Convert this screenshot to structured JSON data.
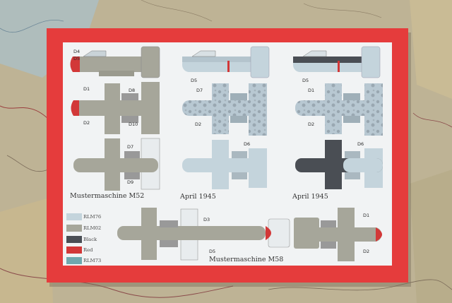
{
  "scene": "boxtop",
  "captions": [
    "Mustermaschine M52",
    "April 1945",
    "April 1945",
    "Mustermaschine M58"
  ],
  "legend": [
    {
      "name": "RLM76",
      "color": "#c4d4dc"
    },
    {
      "name": "RLM02",
      "color": "#a6a69a"
    },
    {
      "name": "Black",
      "color": "#4a4e54"
    },
    {
      "name": "Red",
      "color": "#d23838"
    },
    {
      "name": "RLM73",
      "color": "#6fa8ae"
    }
  ],
  "marks": {
    "d1": "D1",
    "d2": "D2",
    "d4": "D4",
    "d5": "D5",
    "d6": "D6",
    "d7": "D7",
    "d8": "D8",
    "d9": "D9",
    "d10": "D10"
  },
  "colors": {
    "box_red": "#e53c3c",
    "panel": "#f1f3f4",
    "rlm02": "#a6a69a",
    "rlm76": "#c4d4dc",
    "black": "#4a4e54",
    "red": "#d23838"
  }
}
